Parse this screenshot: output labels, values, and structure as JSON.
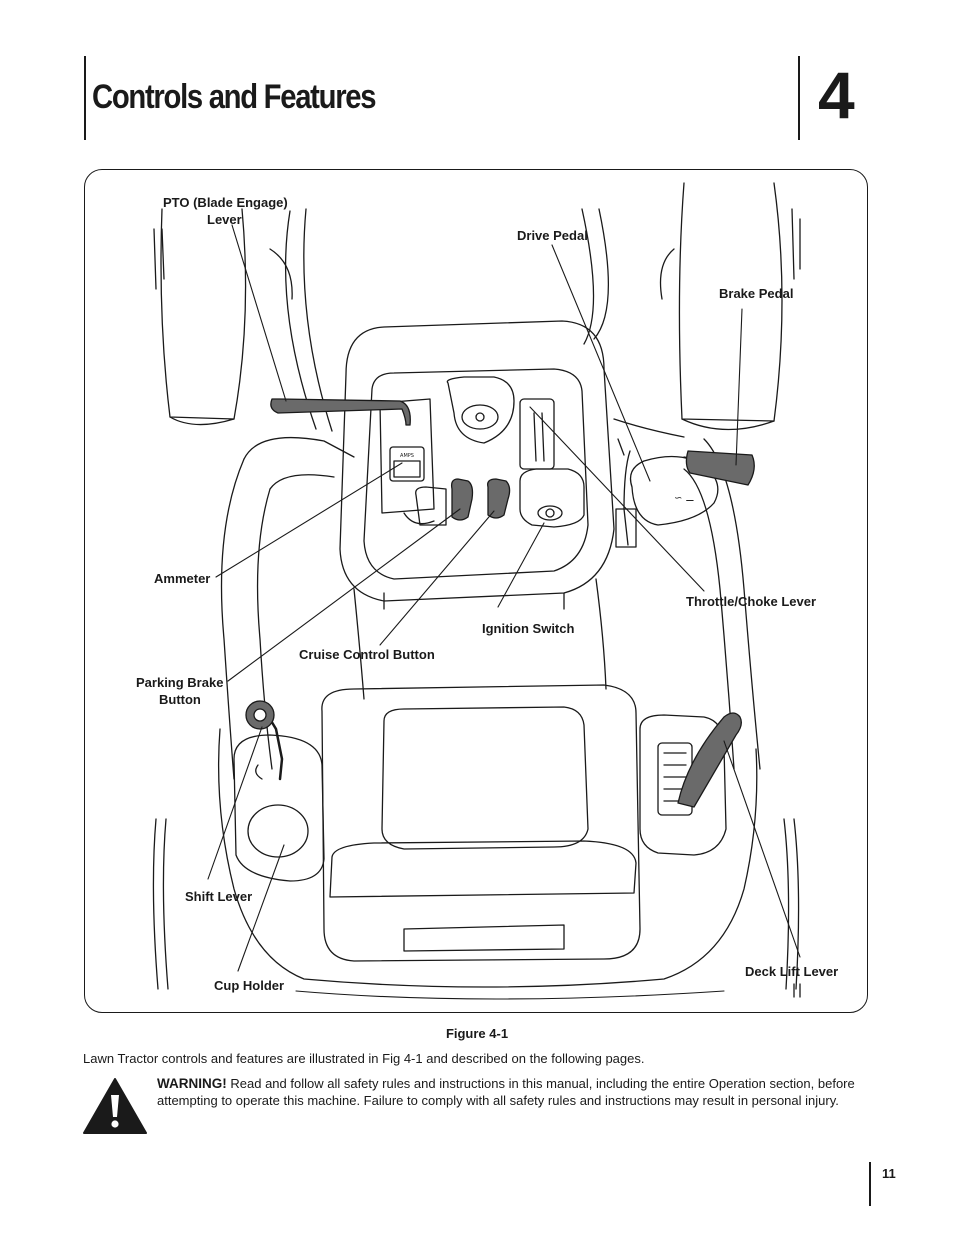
{
  "header": {
    "title": "Controls and Features",
    "chapter": "4"
  },
  "figure": {
    "labels": {
      "pto": "PTO (Blade Engage)",
      "pto2": "Lever",
      "drive_pedal": "Drive Pedal",
      "brake_pedal": "Brake Pedal",
      "ammeter": "Ammeter",
      "throttle": "Throttle/Choke Lever",
      "ignition": "Ignition Switch",
      "cruise": "Cruise Control Button",
      "parking": "Parking Brake",
      "parking2": "Button",
      "shift": "Shift Lever",
      "cup": "Cup Holder",
      "deck": "Deck Lift Lever"
    },
    "caption": "Figure 4-1"
  },
  "body": {
    "intro": "Lawn Tractor controls and features are illustrated in Fig 4-1 and described on the following pages.",
    "warning_label": "WARNING!",
    "warning_text": "Read and follow all safety rules and instructions in this manual, including the entire Operation section, before attempting to operate this machine. Failure to comply with all safety rules and instructions may result in personal injury.",
    "warning_icon": "warning-triangle-icon"
  },
  "footer": {
    "page_number": "11"
  }
}
